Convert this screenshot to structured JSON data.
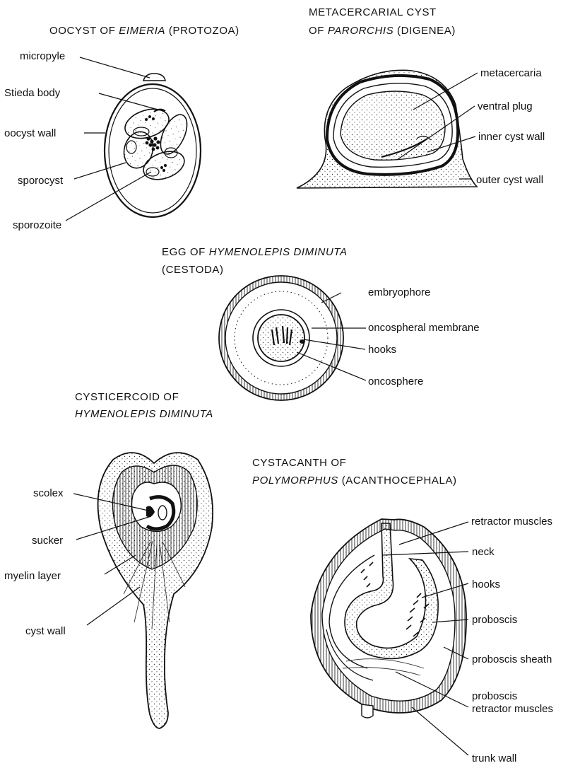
{
  "titles": {
    "oocyst": {
      "prefix": "OOCYST OF ",
      "italic": "EIMERIA",
      "suffix": " (PROTOZOA)"
    },
    "metacercarial_line1": "METACERCARIAL CYST",
    "metacercarial_line2": {
      "prefix": "OF ",
      "italic": "PARORCHIS",
      "suffix": " (DIGENEA)"
    },
    "egg_line1": {
      "prefix": "EGG OF ",
      "italic": "HYMENOLEPIS DIMINUTA",
      "suffix": ""
    },
    "egg_line2": "(CESTODA)",
    "cysticercoid_line1": "CYSTICERCOID OF",
    "cysticercoid_line2": "HYMENOLEPIS DIMINUTA",
    "cystacanth_line1": "CYSTACANTH OF",
    "cystacanth_line2": {
      "prefix": "",
      "italic": "POLYMORPHUS",
      "suffix": " (ACANTHOCEPHALA)"
    }
  },
  "labels": {
    "oocyst": {
      "micropyle": "micropyle",
      "stieda_body": "Stieda body",
      "oocyst_wall": "oocyst wall",
      "sporocyst": "sporocyst",
      "sporozoite": "sporozoite"
    },
    "metacercarial": {
      "metacercaria": "metacercaria",
      "ventral_plug": "ventral plug",
      "inner_cyst_wall": "inner cyst wall",
      "outer_cyst_wall": "outer cyst wall"
    },
    "egg": {
      "embryophore": "embryophore",
      "oncospheral_membrane": "oncospheral membrane",
      "hooks": "hooks",
      "oncosphere": "oncosphere"
    },
    "cysticercoid": {
      "scolex": "scolex",
      "sucker": "sucker",
      "myelin_layer": "myelin layer",
      "cyst_wall": "cyst wall"
    },
    "cystacanth": {
      "retractor_muscles": "retractor muscles",
      "neck": "neck",
      "hooks": "hooks",
      "proboscis": "proboscis",
      "proboscis_sheath": "proboscis sheath",
      "proboscis_retractor_1": "proboscis",
      "proboscis_retractor_2": "retractor muscles",
      "trunk_wall": "trunk wall"
    }
  }
}
